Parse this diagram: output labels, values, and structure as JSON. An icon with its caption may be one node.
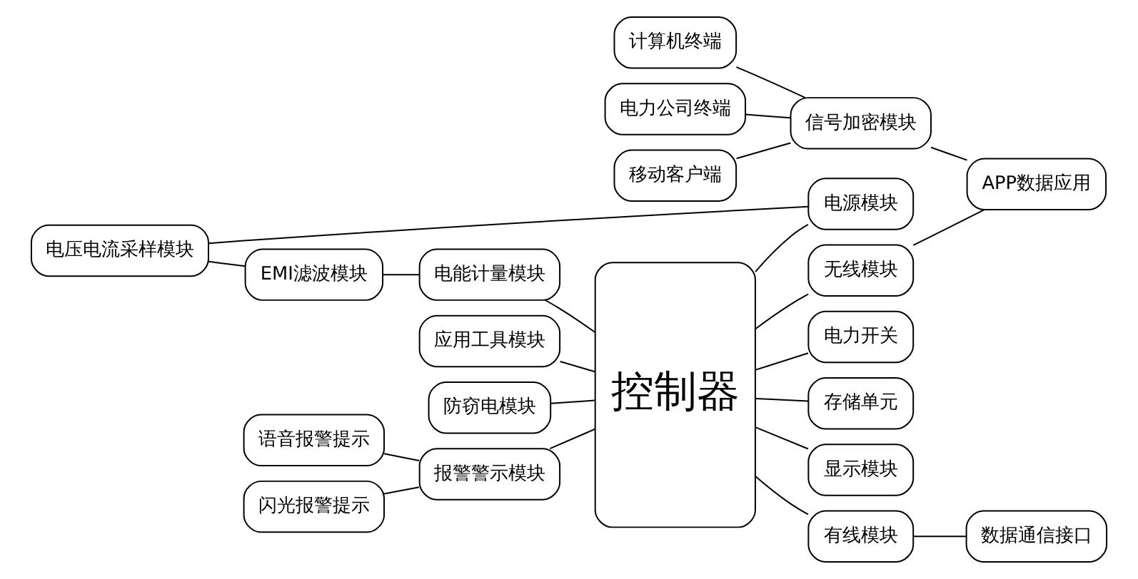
{
  "diagram": {
    "nodes": [
      {
        "text": [
          "电压电流采样模块"
        ]
      },
      {
        "text": [
          "EMI滤波模块"
        ]
      },
      {
        "text": [
          "电能计量模块"
        ]
      },
      {
        "text": [
          "控制器"
        ]
      },
      {
        "text": [
          "电源模块"
        ]
      },
      {
        "text": [
          "防窃电模块"
        ]
      },
      {
        "text": [
          "电力开关"
        ]
      },
      {
        "text": [
          "语音报警提示"
        ]
      },
      {
        "text": [
          "报警警示模块"
        ]
      },
      {
        "text": [
          "存储单元"
        ]
      },
      {
        "text": [
          "闪光报警提示"
        ]
      },
      {
        "text": [
          "应用工具模块"
        ]
      },
      {
        "text": [
          "显示模块"
        ]
      },
      {
        "text": [
          "无线模块"
        ]
      },
      {
        "text": [
          "有线模块"
        ]
      },
      {
        "text": [
          "移动客户端"
        ]
      },
      {
        "text": [
          "计算机终端"
        ]
      },
      {
        "text": [
          "信号加密模块"
        ]
      },
      {
        "text": [
          "APP数据应用"
        ]
      },
      {
        "text": [
          "数据通信接口"
        ]
      },
      {
        "text": [
          "电力公司终端"
        ]
      }
    ],
    "edges": [
      {
        "from": 0,
        "to": 4,
        "arrow": "none"
      },
      {
        "from": 0,
        "to": 1,
        "arrow": "none"
      },
      {
        "from": 1,
        "to": 2,
        "arrow": "none"
      },
      {
        "from": 2,
        "to": 3,
        "arrow": "none"
      },
      {
        "from": 3,
        "to": 4,
        "arrow": "none"
      },
      {
        "from": 5,
        "to": 3,
        "arrow": "none"
      },
      {
        "from": 3,
        "to": 6,
        "arrow": "none"
      },
      {
        "from": 7,
        "to": 8,
        "arrow": "none"
      },
      {
        "from": 10,
        "to": 8,
        "arrow": "none"
      },
      {
        "from": 8,
        "to": 3,
        "arrow": "none"
      },
      {
        "from": 3,
        "to": 9,
        "arrow": "none"
      },
      {
        "from": 11,
        "to": 3,
        "arrow": "none"
      },
      {
        "from": 3,
        "to": 12,
        "arrow": "none"
      },
      {
        "from": 3,
        "to": 13,
        "arrow": "none"
      },
      {
        "from": 3,
        "to": 14,
        "arrow": "none"
      },
      {
        "from": 13,
        "to": 18,
        "arrow": "none"
      },
      {
        "from": 14,
        "to": 19,
        "arrow": "none"
      },
      {
        "from": 17,
        "to": 18,
        "arrow": "none"
      },
      {
        "from": 15,
        "to": 17,
        "arrow": "none"
      },
      {
        "from": 16,
        "to": 17,
        "arrow": "none"
      },
      {
        "from": 20,
        "to": 17,
        "arrow": "none"
      }
    ]
  }
}
